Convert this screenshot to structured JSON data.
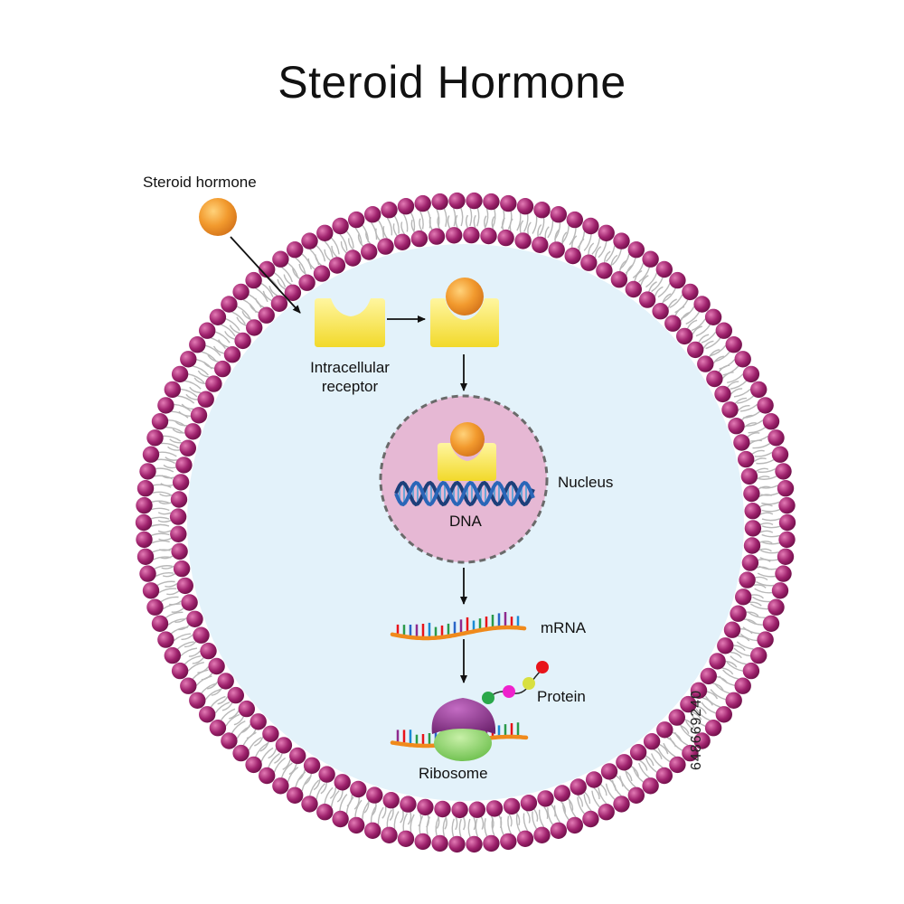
{
  "title": "Steroid Hormone",
  "labels": {
    "steroid_hormone": "Steroid hormone",
    "intracellular_receptor_line1": "Intracellular",
    "intracellular_receptor_line2": "receptor",
    "nucleus": "Nucleus",
    "dna": "DNA",
    "mrna": "mRNA",
    "protein": "Protein",
    "ribosome": "Ribosome"
  },
  "watermark_id": "648669240",
  "colors": {
    "membrane_head": "#a0236e",
    "membrane_tail": "#b8b8b8",
    "cytoplasm": "#e3f2fa",
    "nucleus": "#e6b8d4",
    "receptor": "#f7e44a",
    "hormone": "#f29a2e",
    "dna_strand": "#2a5ea8",
    "mrna_strand": "#f08a1c",
    "ribosome_top": "#8e3a8e",
    "ribosome_bottom": "#8cd46a"
  }
}
